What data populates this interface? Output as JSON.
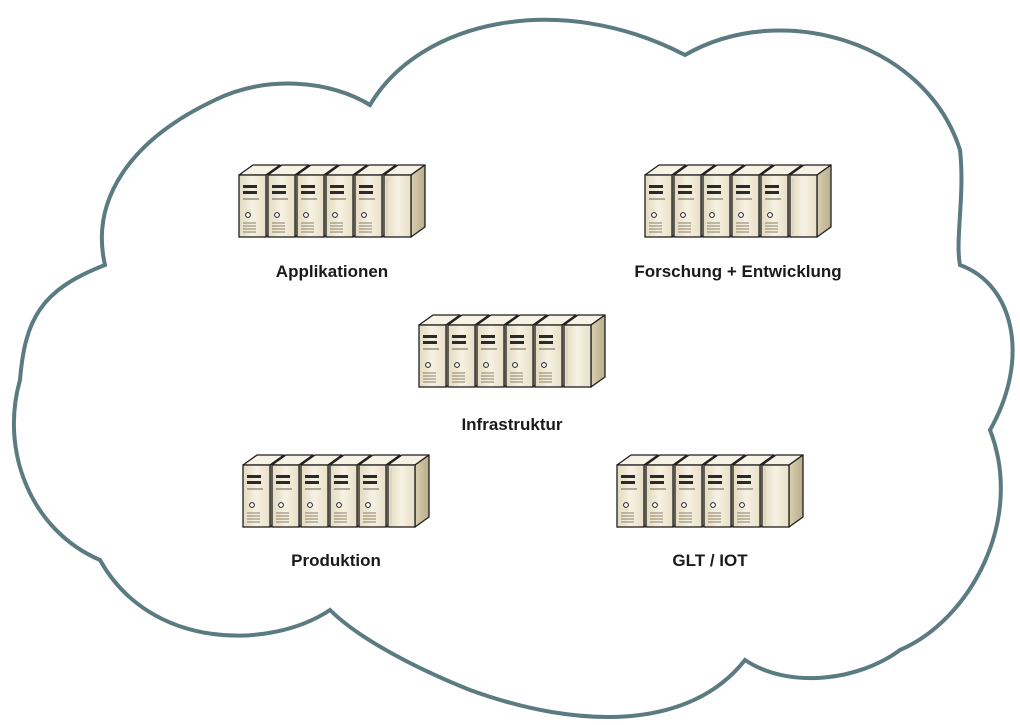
{
  "cloud": {
    "outline_color": "#5b7b82",
    "fill_color": "#ffffff"
  },
  "server": {
    "icon": "server-tower-icon",
    "body_color": "#efe7d2",
    "side_color": "#c9bd9d",
    "top_color": "#f7f2e4",
    "outline_color": "#1e1e1e",
    "count_per_group": 6
  },
  "groups": [
    {
      "id": "applikationen",
      "label": "Applikationen"
    },
    {
      "id": "forschung",
      "label": "Forschung + Entwicklung"
    },
    {
      "id": "infrastruktur",
      "label": "Infrastruktur"
    },
    {
      "id": "produktion",
      "label": "Produktion"
    },
    {
      "id": "glt-iot",
      "label": "GLT / IOT"
    }
  ]
}
